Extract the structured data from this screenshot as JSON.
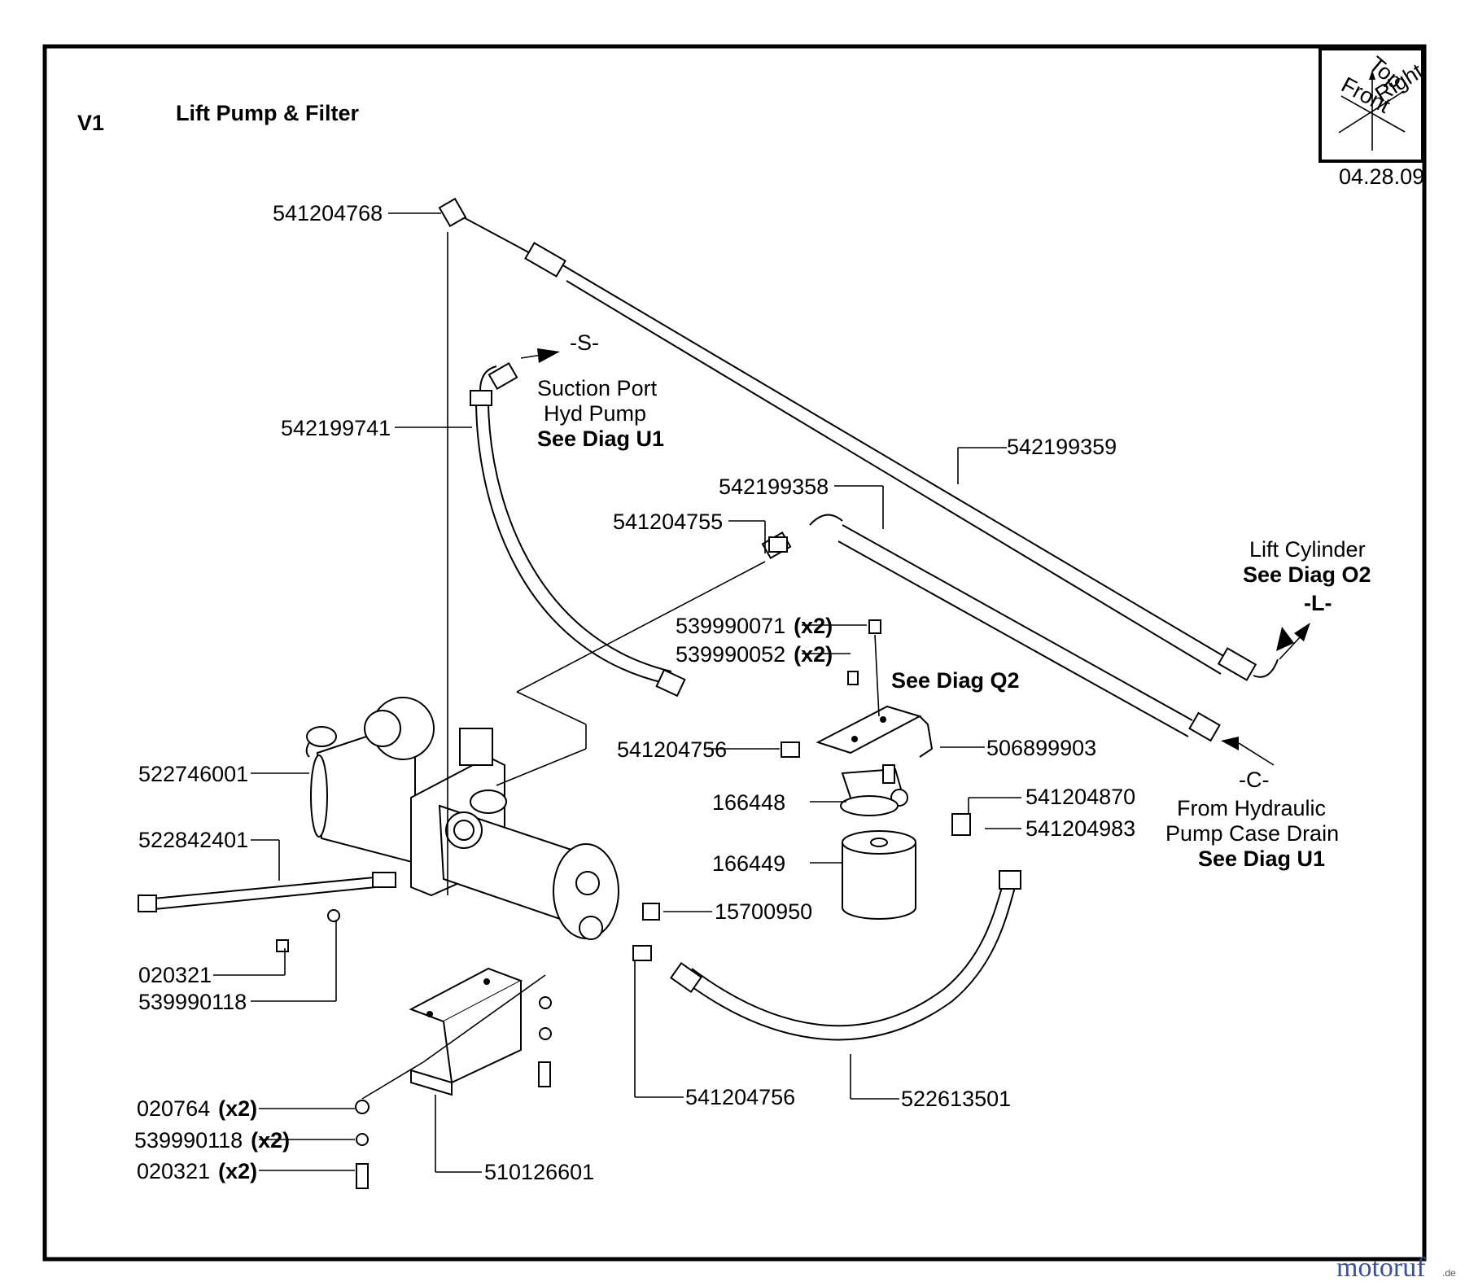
{
  "header": {
    "code": "V1",
    "title": "Lift Pump & Filter",
    "date": "04.28.09"
  },
  "orientation": {
    "top": "Top",
    "front": "Front",
    "right": "Right"
  },
  "callouts": {
    "p541204768": "541204768",
    "p542199741": "542199741",
    "p542199359": "542199359",
    "p542199358": "542199358",
    "p541204755": "541204755",
    "p539990071": "539990071",
    "p539990052": "539990052",
    "p541204756a": "541204756",
    "p506899903": "506899903",
    "p166448": "166448",
    "p541204870": "541204870",
    "p541204983": "541204983",
    "p166449": "166449",
    "p15700950": "15700950",
    "p522746001": "522746001",
    "p522842401": "522842401",
    "p020321a": "020321",
    "p539990118a": "539990118",
    "p020764": "020764",
    "p539990118b": "539990118",
    "p020321b": "020321",
    "p541204756b": "541204756",
    "p522613501": "522613501",
    "p510126601": "510126601"
  },
  "quantity": "(x2)",
  "notes": {
    "s_marker": "-S-",
    "suction_1": "Suction Port",
    "suction_2": "Hyd Pump",
    "see_u1_a": "See Diag U1",
    "lift_cyl": "Lift Cylinder",
    "see_o2": "See Diag O2",
    "l_marker": "-L-",
    "see_q2": "See Diag Q2",
    "c_marker": "-C-",
    "drain_1": "From Hydraulic",
    "drain_2": "Pump Case Drain",
    "see_u1_b": "See Diag U1"
  },
  "watermark": {
    "brand": "motoruf",
    "tld": ".de"
  }
}
